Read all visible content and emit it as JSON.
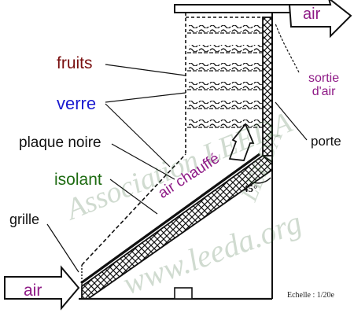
{
  "labels": {
    "fruits": "fruits",
    "verre": "verre",
    "plaque_noire": "plaque noire",
    "isolant": "isolant",
    "grille": "grille",
    "porte": "porte",
    "sortie_line1": "sortie",
    "sortie_line2": "d'air",
    "air_chauffe": "air chauffé",
    "air_in": "air",
    "air_out": "air",
    "angle": "45°",
    "echelle": "Echelle : 1/20e"
  },
  "watermark": {
    "line1": "Association LEEDA",
    "line2": "www.leeda.org",
    "line3": "LEEDA"
  },
  "colors": {
    "label_fruits": "#7a1010",
    "label_verre": "#1a1ad0",
    "label_isolant": "#1e6b12",
    "label_air": "#8e1a86",
    "ink": "#111111"
  }
}
